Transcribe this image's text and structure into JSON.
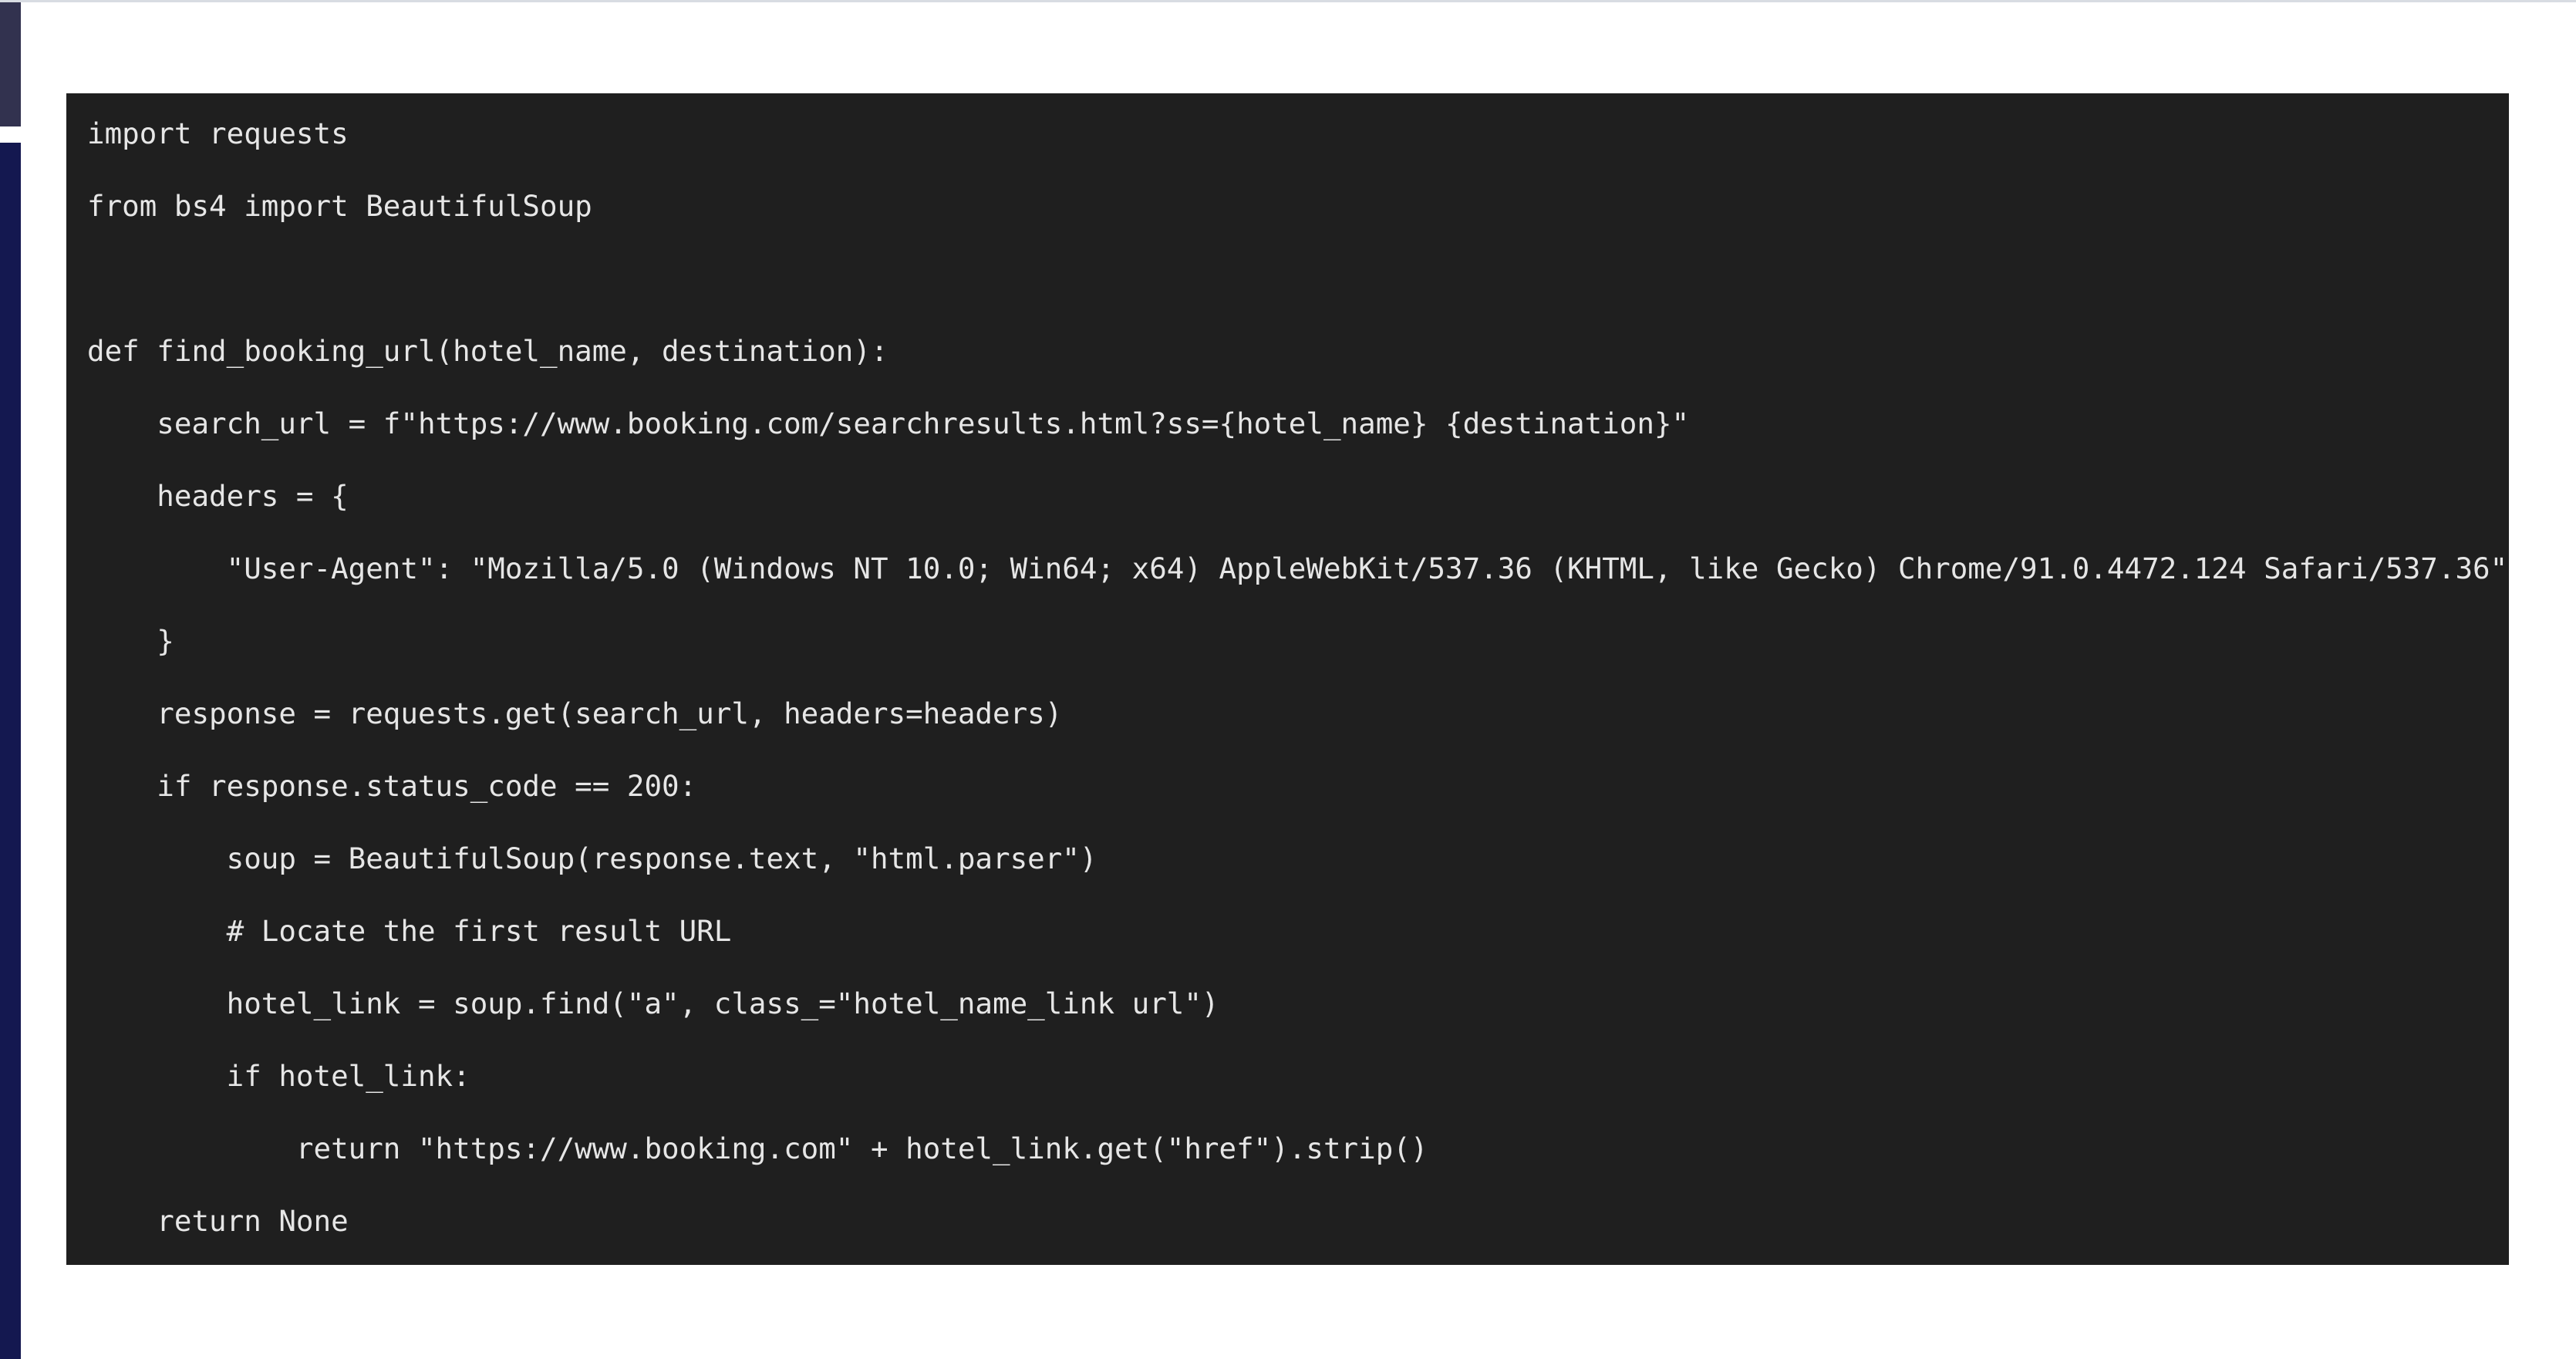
{
  "code": {
    "language": "python",
    "lines": [
      "import requests",
      "from bs4 import BeautifulSoup",
      "",
      "def find_booking_url(hotel_name, destination):",
      "    search_url = f\"https://www.booking.com/searchresults.html?ss={hotel_name} {destination}\"",
      "    headers = {",
      "        \"User-Agent\": \"Mozilla/5.0 (Windows NT 10.0; Win64; x64) AppleWebKit/537.36 (KHTML, like Gecko) Chrome/91.0.4472.124 Safari/537.36\"",
      "    }",
      "    response = requests.get(search_url, headers=headers)",
      "    if response.status_code == 200:",
      "        soup = BeautifulSoup(response.text, \"html.parser\")",
      "        # Locate the first result URL",
      "        hotel_link = soup.find(\"a\", class_=\"hotel_name_link url\")",
      "        if hotel_link:",
      "            return \"https://www.booking.com\" + hotel_link.get(\"href\").strip()",
      "    return None"
    ]
  },
  "colors": {
    "code_background": "#1f1f1f",
    "code_text": "#e6e6e6",
    "sidebar_top": "#32324f",
    "sidebar_bottom": "#141850"
  }
}
